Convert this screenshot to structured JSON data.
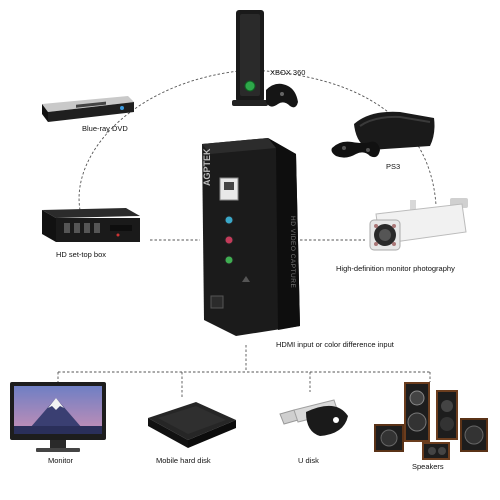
{
  "hub": {
    "brand": "AGPTEK",
    "side_text": "HD VIDEO CAPTURE",
    "caption": "HDMI input or color difference input"
  },
  "inputs": [
    {
      "key": "xbox",
      "label": "XBOX 360"
    },
    {
      "key": "bluray",
      "label": "Blue-ray DVD"
    },
    {
      "key": "ps3",
      "label": "PS3"
    },
    {
      "key": "settop",
      "label": "HD set-top box"
    },
    {
      "key": "camera",
      "label": "High-definition monitor photography"
    }
  ],
  "outputs": [
    {
      "key": "monitor",
      "label": "Monitor"
    },
    {
      "key": "hdd",
      "label": "Mobile hard disk"
    },
    {
      "key": "udisk",
      "label": "U disk"
    },
    {
      "key": "speakers",
      "label": "Speakers"
    }
  ],
  "colors": {
    "connector": "#555555",
    "device_dark": "#1c1c1c",
    "accent_green": "#2ea84a"
  }
}
